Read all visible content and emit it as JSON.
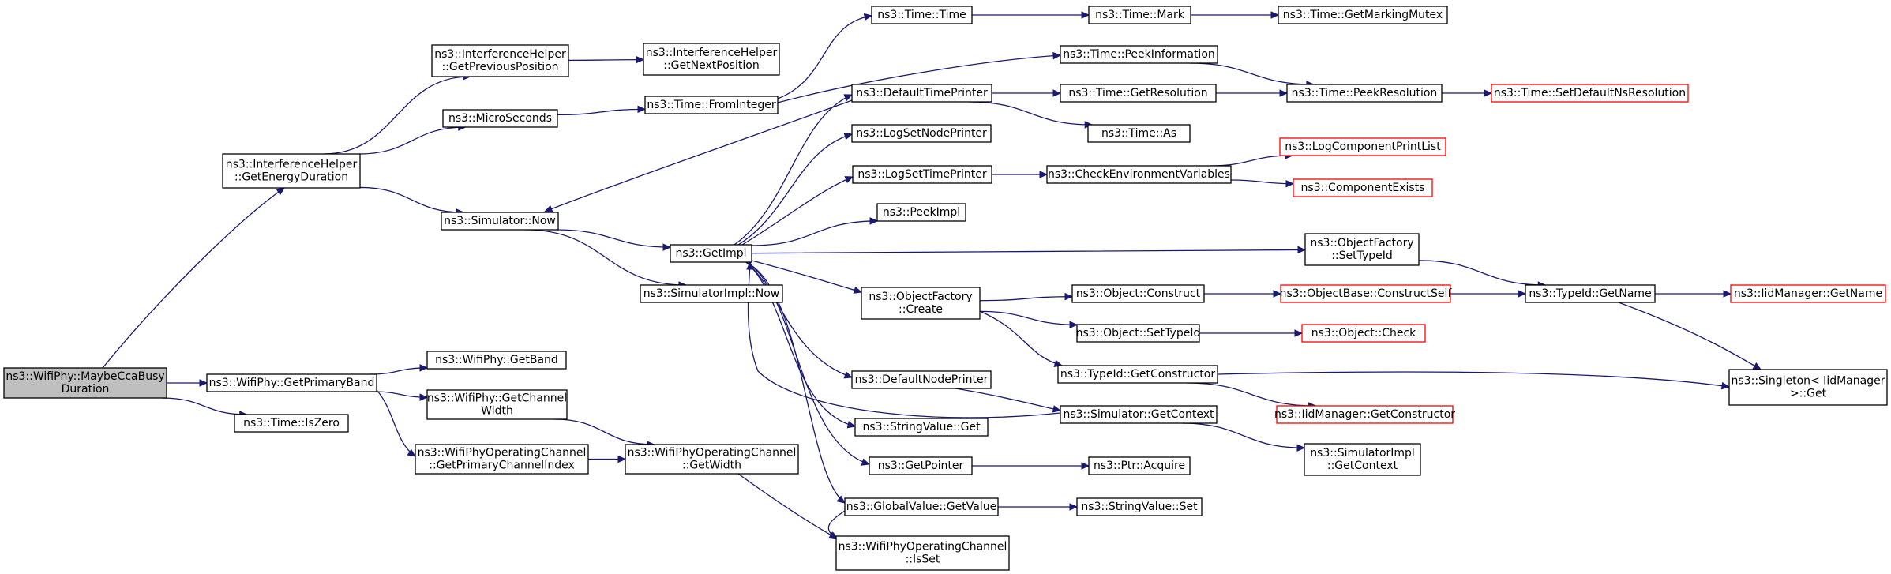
{
  "diagram": {
    "colors": {
      "edge": "#191970",
      "node_border": "#000000",
      "truncated_node_border": "#ff0000",
      "root_fill": "#bfbfbf",
      "node_fill": "#ffffff"
    },
    "nodes": [
      {
        "id": "maybeccabusy",
        "lines": [
          "ns3::WifiPhy::MaybeCcaBusy",
          "Duration"
        ],
        "style": "root"
      },
      {
        "id": "getenergyduration",
        "lines": [
          "ns3::InterferenceHelper",
          "::GetEnergyDuration"
        ]
      },
      {
        "id": "getprimaryband",
        "lines": [
          "ns3::WifiPhy::GetPrimaryBand"
        ]
      },
      {
        "id": "time_iszero",
        "lines": [
          "ns3::Time::IsZero"
        ]
      },
      {
        "id": "getpreviousposition",
        "lines": [
          "ns3::InterferenceHelper",
          "::GetPreviousPosition"
        ]
      },
      {
        "id": "microseconds",
        "lines": [
          "ns3::MicroSeconds"
        ]
      },
      {
        "id": "simulator_now",
        "lines": [
          "ns3::Simulator::Now"
        ]
      },
      {
        "id": "getnextposition",
        "lines": [
          "ns3::InterferenceHelper",
          "::GetNextPosition"
        ]
      },
      {
        "id": "time_frominteger",
        "lines": [
          "ns3::Time::FromInteger"
        ]
      },
      {
        "id": "getimpl",
        "lines": [
          "ns3::GetImpl"
        ]
      },
      {
        "id": "simulatorimpl_now",
        "lines": [
          "ns3::SimulatorImpl::Now"
        ]
      },
      {
        "id": "wifiphy_getband",
        "lines": [
          "ns3::WifiPhy::GetBand"
        ]
      },
      {
        "id": "getchannelwidth",
        "lines": [
          "ns3::WifiPhy::GetChannel",
          "Width"
        ]
      },
      {
        "id": "getprimarychannelindex",
        "lines": [
          "ns3::WifiPhyOperatingChannel",
          "::GetPrimaryChannelIndex"
        ]
      },
      {
        "id": "opchannel_getwidth",
        "lines": [
          "ns3::WifiPhyOperatingChannel",
          "::GetWidth"
        ]
      },
      {
        "id": "opchannel_isset",
        "lines": [
          "ns3::WifiPhyOperatingChannel",
          "::IsSet"
        ]
      },
      {
        "id": "time_time",
        "lines": [
          "ns3::Time::Time"
        ]
      },
      {
        "id": "defaulttimeprinter",
        "lines": [
          "ns3::DefaultTimePrinter"
        ]
      },
      {
        "id": "logsetnodeprinter",
        "lines": [
          "ns3::LogSetNodePrinter"
        ]
      },
      {
        "id": "logsettimeprinter",
        "lines": [
          "ns3::LogSetTimePrinter"
        ]
      },
      {
        "id": "peekimpl",
        "lines": [
          "ns3::PeekImpl"
        ]
      },
      {
        "id": "objectfactory_create",
        "lines": [
          "ns3::ObjectFactory",
          "::Create"
        ]
      },
      {
        "id": "defaultnodeprinter",
        "lines": [
          "ns3::DefaultNodePrinter"
        ]
      },
      {
        "id": "stringvalue_get",
        "lines": [
          "ns3::StringValue::Get"
        ]
      },
      {
        "id": "getpointer",
        "lines": [
          "ns3::GetPointer"
        ]
      },
      {
        "id": "globalvalue_getvalue",
        "lines": [
          "ns3::GlobalValue::GetValue"
        ]
      },
      {
        "id": "time_mark",
        "lines": [
          "ns3::Time::Mark"
        ]
      },
      {
        "id": "time_peekinformation",
        "lines": [
          "ns3::Time::PeekInformation"
        ]
      },
      {
        "id": "time_getresolution",
        "lines": [
          "ns3::Time::GetResolution"
        ]
      },
      {
        "id": "time_as",
        "lines": [
          "ns3::Time::As"
        ]
      },
      {
        "id": "checkenvvars",
        "lines": [
          "ns3::CheckEnvironmentVariables"
        ]
      },
      {
        "id": "object_construct",
        "lines": [
          "ns3::Object::Construct"
        ]
      },
      {
        "id": "object_settypeid",
        "lines": [
          "ns3::Object::SetTypeId"
        ]
      },
      {
        "id": "typeid_getconstructor",
        "lines": [
          "ns3::TypeId::GetConstructor"
        ]
      },
      {
        "id": "simulator_getcontext",
        "lines": [
          "ns3::Simulator::GetContext"
        ]
      },
      {
        "id": "ptr_acquire",
        "lines": [
          "ns3::Ptr::Acquire"
        ]
      },
      {
        "id": "stringvalue_set",
        "lines": [
          "ns3::StringValue::Set"
        ]
      },
      {
        "id": "time_getmarkingmutex",
        "lines": [
          "ns3::Time::GetMarkingMutex"
        ]
      },
      {
        "id": "time_peekresolution",
        "lines": [
          "ns3::Time::PeekResolution"
        ]
      },
      {
        "id": "logcomponentprintlist",
        "lines": [
          "ns3::LogComponentPrintList"
        ],
        "style": "red"
      },
      {
        "id": "componentexists",
        "lines": [
          "ns3::ComponentExists"
        ],
        "style": "red"
      },
      {
        "id": "objectfactory_settypeid",
        "lines": [
          "ns3::ObjectFactory",
          "::SetTypeId"
        ]
      },
      {
        "id": "objectbase_constructself",
        "lines": [
          "ns3::ObjectBase::ConstructSelf"
        ],
        "style": "red"
      },
      {
        "id": "object_check",
        "lines": [
          "ns3::Object::Check"
        ],
        "style": "red"
      },
      {
        "id": "iidmanager_getconstructor",
        "lines": [
          "ns3::IidManager::GetConstructor"
        ],
        "style": "red"
      },
      {
        "id": "simulatorimpl_getcontext",
        "lines": [
          "ns3::SimulatorImpl",
          "::GetContext"
        ]
      },
      {
        "id": "time_setdefaultnsresolution",
        "lines": [
          "ns3::Time::SetDefaultNsResolution"
        ],
        "style": "red"
      },
      {
        "id": "typeid_getname",
        "lines": [
          "ns3::TypeId::GetName"
        ]
      },
      {
        "id": "iidmanager_getname",
        "lines": [
          "ns3::IidManager::GetName"
        ],
        "style": "red"
      },
      {
        "id": "singleton_get",
        "lines": [
          "ns3::Singleton< IidManager",
          " >::Get"
        ]
      }
    ],
    "edges": [
      [
        "maybeccabusy",
        "getenergyduration"
      ],
      [
        "maybeccabusy",
        "getprimaryband"
      ],
      [
        "maybeccabusy",
        "time_iszero"
      ],
      [
        "getenergyduration",
        "getpreviousposition"
      ],
      [
        "getenergyduration",
        "microseconds"
      ],
      [
        "getenergyduration",
        "simulator_now"
      ],
      [
        "getpreviousposition",
        "getnextposition"
      ],
      [
        "microseconds",
        "time_frominteger"
      ],
      [
        "simulator_now",
        "getimpl"
      ],
      [
        "simulator_now",
        "simulatorimpl_now"
      ],
      [
        "getprimaryband",
        "wifiphy_getband"
      ],
      [
        "getprimaryband",
        "getchannelwidth"
      ],
      [
        "getprimaryband",
        "getprimarychannelindex"
      ],
      [
        "getchannelwidth",
        "opchannel_getwidth"
      ],
      [
        "getprimarychannelindex",
        "opchannel_getwidth"
      ],
      [
        "opchannel_getwidth",
        "opchannel_isset"
      ],
      [
        "time_frominteger",
        "time_time"
      ],
      [
        "time_frominteger",
        "time_peekinformation"
      ],
      [
        "time_time",
        "time_mark"
      ],
      [
        "time_mark",
        "time_getmarkingmutex"
      ],
      [
        "time_peekinformation",
        "time_peekresolution"
      ],
      [
        "defaulttimeprinter",
        "simulator_now"
      ],
      [
        "defaulttimeprinter",
        "time_getresolution"
      ],
      [
        "defaulttimeprinter",
        "time_as"
      ],
      [
        "time_getresolution",
        "time_peekresolution"
      ],
      [
        "time_peekresolution",
        "time_setdefaultnsresolution"
      ],
      [
        "getimpl",
        "defaulttimeprinter"
      ],
      [
        "getimpl",
        "logsetnodeprinter"
      ],
      [
        "getimpl",
        "logsettimeprinter"
      ],
      [
        "getimpl",
        "peekimpl"
      ],
      [
        "getimpl",
        "objectfactory_settypeid"
      ],
      [
        "getimpl",
        "objectfactory_create"
      ],
      [
        "getimpl",
        "defaultnodeprinter"
      ],
      [
        "getimpl",
        "stringvalue_get"
      ],
      [
        "getimpl",
        "getpointer"
      ],
      [
        "getimpl",
        "globalvalue_getvalue"
      ],
      [
        "simulator_getcontext",
        "getimpl"
      ],
      [
        "logsettimeprinter",
        "checkenvvars"
      ],
      [
        "checkenvvars",
        "logcomponentprintlist"
      ],
      [
        "checkenvvars",
        "componentexists"
      ],
      [
        "objectfactory_settypeid",
        "typeid_getname"
      ],
      [
        "objectfactory_create",
        "object_construct"
      ],
      [
        "objectfactory_create",
        "object_settypeid"
      ],
      [
        "objectfactory_create",
        "typeid_getconstructor"
      ],
      [
        "object_construct",
        "objectbase_constructself"
      ],
      [
        "objectbase_constructself",
        "typeid_getname"
      ],
      [
        "object_settypeid",
        "object_check"
      ],
      [
        "typeid_getconstructor",
        "singleton_get"
      ],
      [
        "typeid_getconstructor",
        "iidmanager_getconstructor"
      ],
      [
        "typeid_getname",
        "iidmanager_getname"
      ],
      [
        "typeid_getname",
        "singleton_get"
      ],
      [
        "defaultnodeprinter",
        "simulator_getcontext"
      ],
      [
        "simulator_getcontext",
        "simulatorimpl_getcontext"
      ],
      [
        "getpointer",
        "ptr_acquire"
      ],
      [
        "globalvalue_getvalue",
        "stringvalue_set"
      ],
      [
        "globalvalue_getvalue",
        "opchannel_isset"
      ]
    ]
  }
}
